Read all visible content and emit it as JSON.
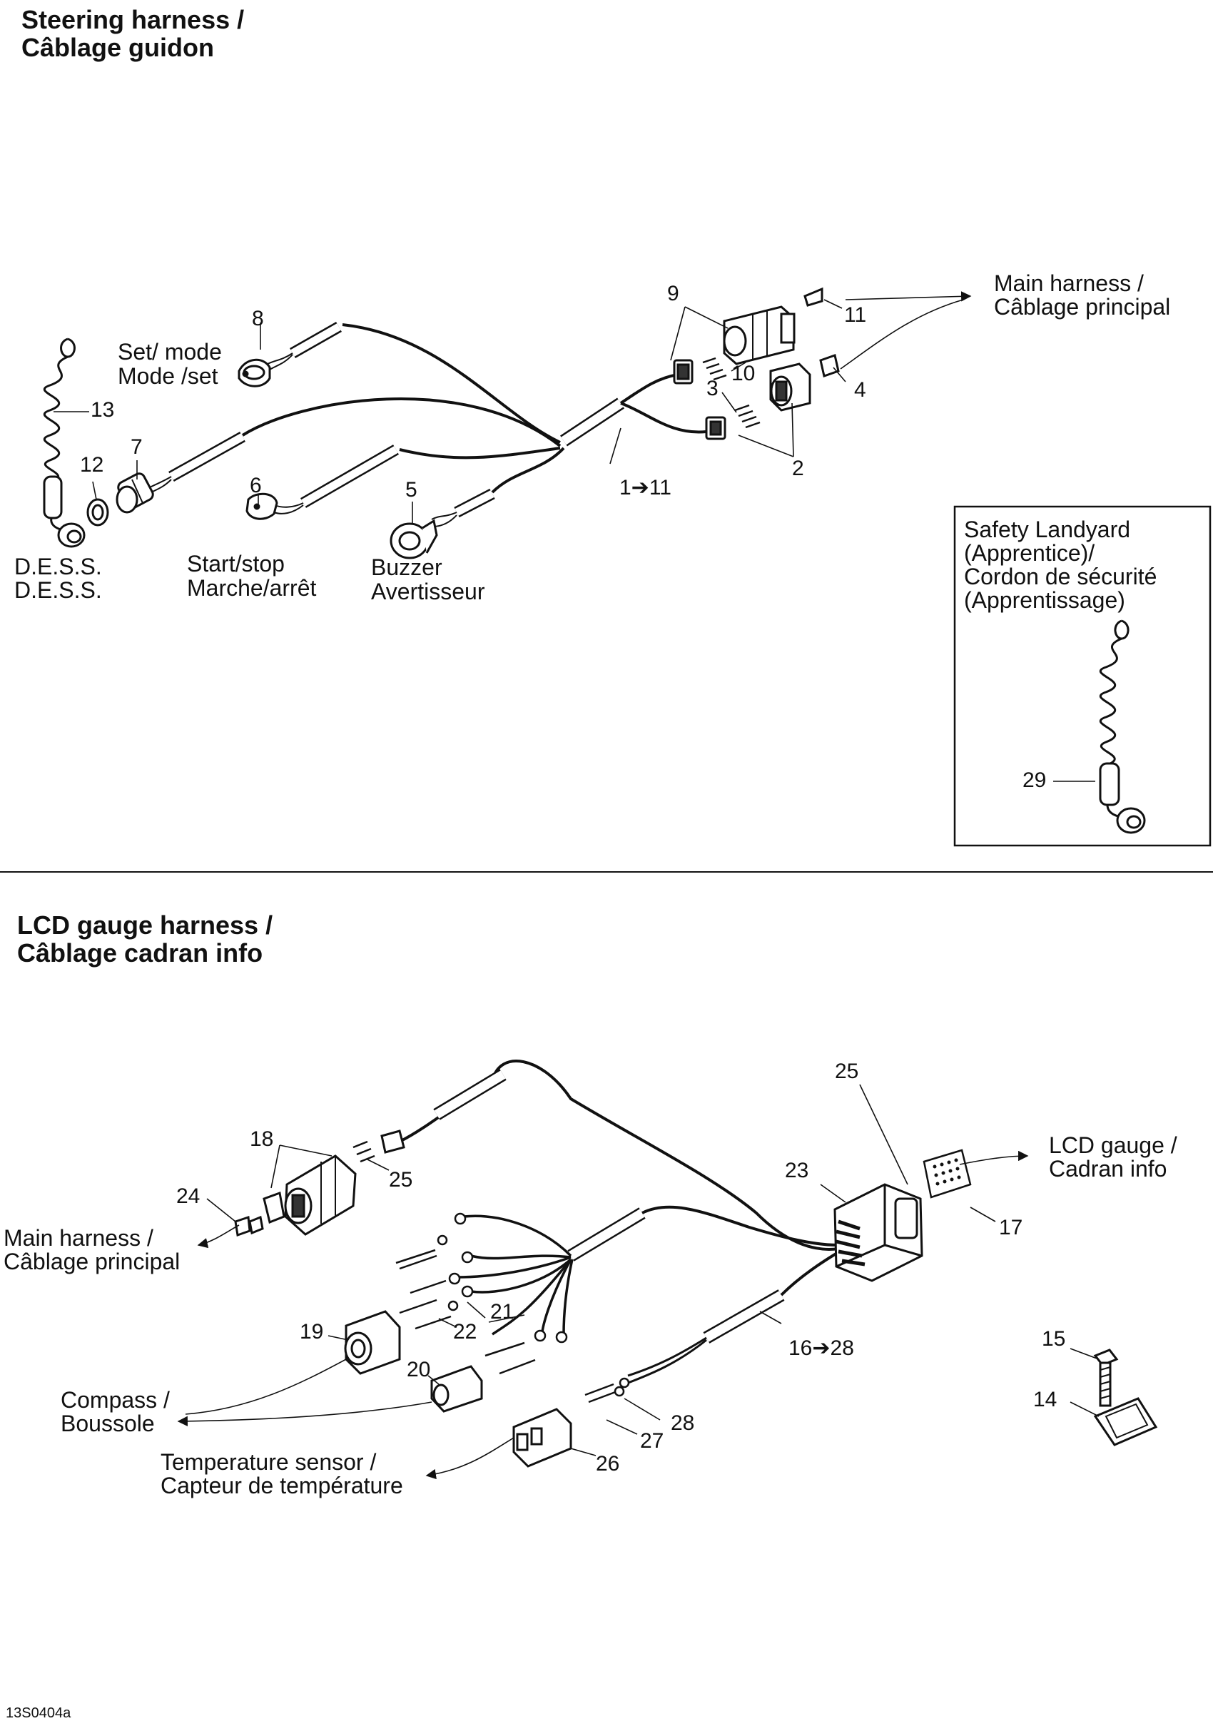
{
  "sections": {
    "steering": {
      "title_1": "Steering harness /",
      "title_2": "Câblage guidon"
    },
    "lcd": {
      "title_1": "LCD gauge harness /",
      "title_2": "Câblage cadran info"
    }
  },
  "labels": {
    "main_harness_top": [
      "Main harness   /",
      "Câblage principal"
    ],
    "set_mode": [
      "Set/ mode",
      "Mode /set"
    ],
    "dess": [
      "D.E.S.S.",
      "D.E.S.S."
    ],
    "start_stop": [
      "Start/stop",
      "Marche/arrêt"
    ],
    "buzzer": [
      "Buzzer",
      "Avertisseur"
    ],
    "safety_landyard": [
      "Safety Landyard",
      "(Apprentice)/",
      "Cordon de sécurité",
      "(Apprentissage)"
    ],
    "lcd_gauge": [
      "LCD gauge /",
      "Cadran info"
    ],
    "main_harness_bottom": [
      "Main harness /",
      "Câblage principal"
    ],
    "compass": [
      "Compass /",
      "Boussole"
    ],
    "temperature_sensor": [
      "Temperature sensor /",
      "Capteur de température"
    ]
  },
  "part_numbers": {
    "p1_11": "1➔11",
    "p2": "2",
    "p3": "3",
    "p4": "4",
    "p5": "5",
    "p6": "6",
    "p7": "7",
    "p8": "8",
    "p9": "9",
    "p10": "10",
    "p11": "11",
    "p12": "12",
    "p13": "13",
    "p14": "14",
    "p15": "15",
    "p16_28": "16➔28",
    "p17": "17",
    "p18": "18",
    "p19": "19",
    "p20": "20",
    "p21": "21",
    "p22": "22",
    "p23": "23",
    "p24": "24",
    "p25a": "25",
    "p25b": "25",
    "p26": "26",
    "p27": "27",
    "p28": "28",
    "p29": "29"
  },
  "figure_code": "13S0404a"
}
